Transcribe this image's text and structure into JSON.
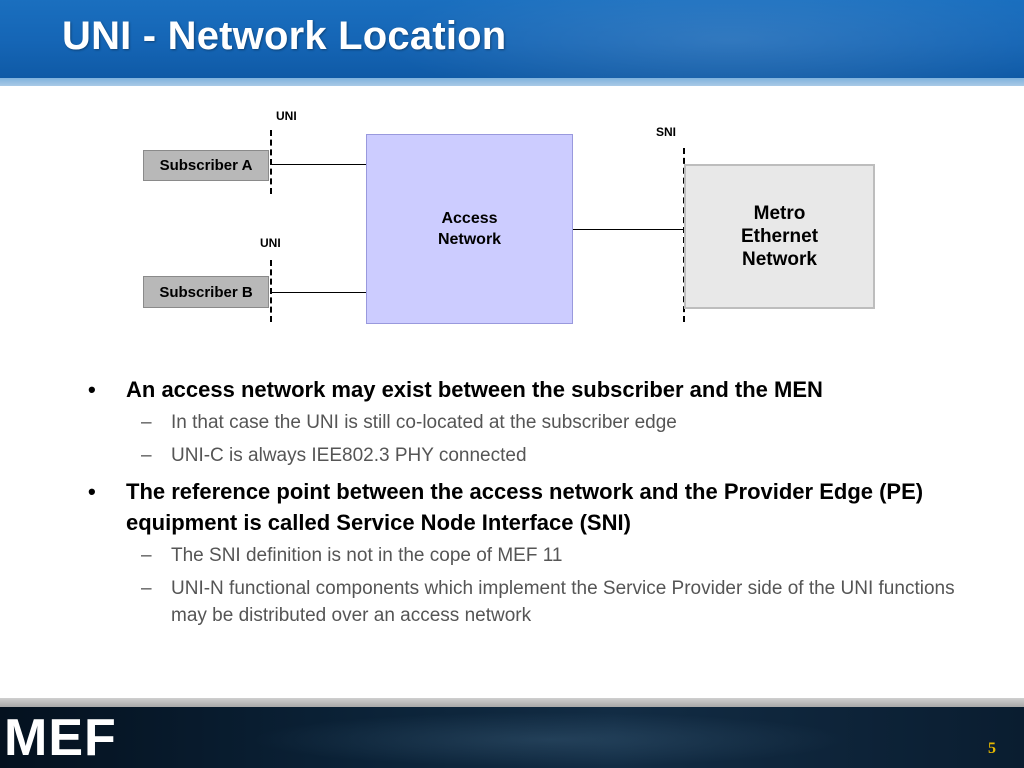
{
  "slide": {
    "title": "UNI - Network Location",
    "page_number": "5"
  },
  "diagram": {
    "uni_top_label": "UNI",
    "uni_bottom_label": "UNI",
    "sni_label": "SNI",
    "subscriber_a": "Subscriber A",
    "subscriber_b": "Subscriber B",
    "access_network_line1": "Access",
    "access_network_line2": "Network",
    "metro_line1": "Metro",
    "metro_line2": "Ethernet",
    "metro_line3": "Network"
  },
  "bullets": [
    {
      "text": "An access network may exist between the subscriber and the MEN",
      "subs": [
        "In that case the UNI is still co-located at the subscriber edge",
        "UNI-C is always IEE802.3 PHY connected"
      ]
    },
    {
      "text": "The reference point between the access network and the Provider Edge (PE) equipment is called Service Node Interface (SNI)",
      "subs": [
        "The SNI definition is not in the cope of MEF 11",
        "UNI-N functional components which implement the Service Provider side of the UNI functions may be distributed over an access network"
      ]
    }
  ],
  "markers": {
    "bullet": "•",
    "dash": "–"
  },
  "logo": {
    "text": "MEF"
  },
  "colors": {
    "header_blue": "#1565b5",
    "access_fill": "#ccccff",
    "metro_fill": "#e8e8e8",
    "subscriber_fill": "#b8b8b8",
    "sub_bullet_text": "#555555",
    "page_number": "#e6b800"
  }
}
